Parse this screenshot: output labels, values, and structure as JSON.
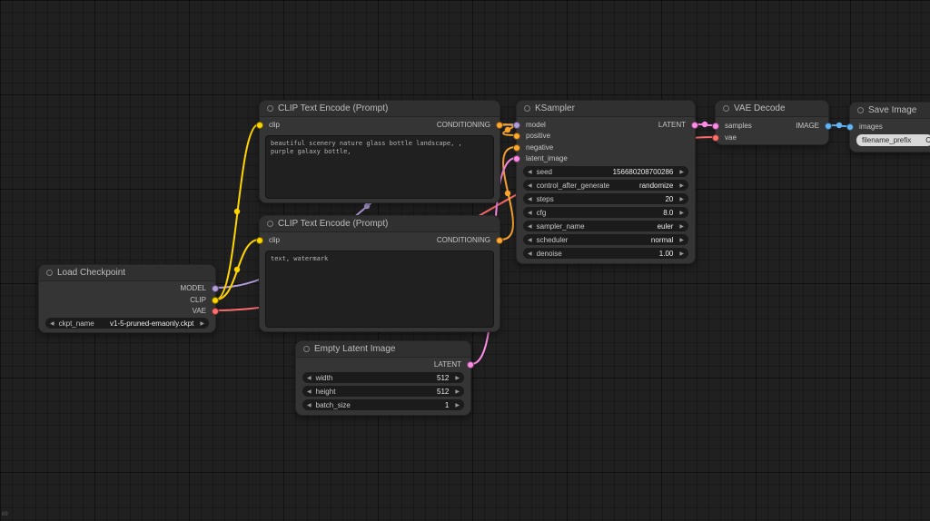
{
  "canvas": {
    "corner_label": "69"
  },
  "icons": {
    "arrow_left": "◀",
    "arrow_right": "▶"
  },
  "colors": {
    "model": "#B39DDB",
    "clip": "#FFD500",
    "vae": "#FF6E6E",
    "conditioning": "#FFA931",
    "latent": "#FF8CE6",
    "image": "#64B5F6"
  },
  "nodes": {
    "load_checkpoint": {
      "title": "Load Checkpoint",
      "outputs": [
        {
          "label": "MODEL"
        },
        {
          "label": "CLIP"
        },
        {
          "label": "VAE"
        }
      ],
      "widgets": [
        {
          "label": "ckpt_name",
          "value": "v1-5-pruned-emaonly.ckpt"
        }
      ]
    },
    "clip_text_encode_positive": {
      "title": "CLIP Text Encode (Prompt)",
      "inputs": [
        {
          "label": "clip"
        }
      ],
      "outputs": [
        {
          "label": "CONDITIONING"
        }
      ],
      "text": "beautiful scenery nature glass bottle landscape, , purple galaxy bottle,"
    },
    "clip_text_encode_negative": {
      "title": "CLIP Text Encode (Prompt)",
      "inputs": [
        {
          "label": "clip"
        }
      ],
      "outputs": [
        {
          "label": "CONDITIONING"
        }
      ],
      "text": "text, watermark"
    },
    "empty_latent_image": {
      "title": "Empty Latent Image",
      "outputs": [
        {
          "label": "LATENT"
        }
      ],
      "widgets": [
        {
          "label": "width",
          "value": "512"
        },
        {
          "label": "height",
          "value": "512"
        },
        {
          "label": "batch_size",
          "value": "1"
        }
      ]
    },
    "ksampler": {
      "title": "KSampler",
      "inputs": [
        {
          "label": "model"
        },
        {
          "label": "positive"
        },
        {
          "label": "negative"
        },
        {
          "label": "latent_image"
        }
      ],
      "outputs": [
        {
          "label": "LATENT"
        }
      ],
      "widgets": [
        {
          "label": "seed",
          "value": "156680208700286"
        },
        {
          "label": "control_after_generate",
          "value": "randomize"
        },
        {
          "label": "steps",
          "value": "20"
        },
        {
          "label": "cfg",
          "value": "8.0"
        },
        {
          "label": "sampler_name",
          "value": "euler"
        },
        {
          "label": "scheduler",
          "value": "normal"
        },
        {
          "label": "denoise",
          "value": "1.00"
        }
      ]
    },
    "vae_decode": {
      "title": "VAE Decode",
      "inputs": [
        {
          "label": "samples"
        },
        {
          "label": "vae"
        }
      ],
      "outputs": [
        {
          "label": "IMAGE"
        }
      ]
    },
    "save_image": {
      "title": "Save Image",
      "inputs": [
        {
          "label": "images"
        }
      ],
      "widgets": [
        {
          "label": "filename_prefix",
          "value": "C"
        }
      ]
    }
  }
}
